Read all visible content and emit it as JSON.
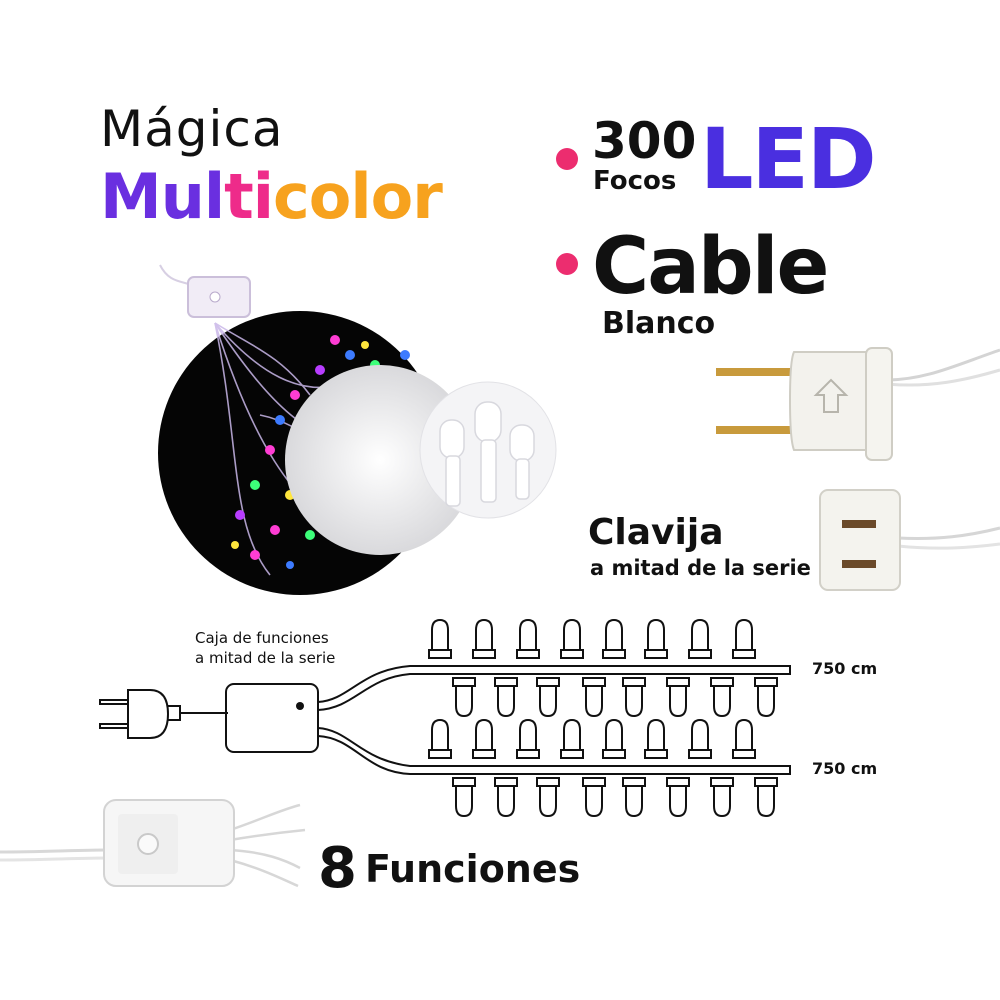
{
  "title": {
    "line1": "Mágica",
    "line2_parts": [
      {
        "text": "Mul",
        "color": "#6a2fe0"
      },
      {
        "text": "ti",
        "color": "#ee2b8a"
      },
      {
        "text": "co",
        "color": "#f7a21e"
      },
      {
        "text": "lor",
        "color": "#f7a21e"
      }
    ]
  },
  "specs": {
    "count": "300",
    "count_unit": "Focos",
    "led": "LED",
    "cable": "Cable",
    "cable_color": "Blanco"
  },
  "connector": {
    "title": "Clavija",
    "subtitle": "a mitad de la serie"
  },
  "diagram": {
    "box_label_line1": "Caja de funciones",
    "box_label_line2": "a mitad de la serie",
    "length_top": "750 cm",
    "length_bottom": "750 cm"
  },
  "functions": {
    "number": "8",
    "label": "Funciones"
  },
  "colors": {
    "accent_dot": "#ec2d6f",
    "led_text": "#4a2fe0"
  },
  "icons": [
    "plug-icon",
    "socket-icon",
    "control-box-icon",
    "bulb-icon",
    "light-ball-photo"
  ]
}
